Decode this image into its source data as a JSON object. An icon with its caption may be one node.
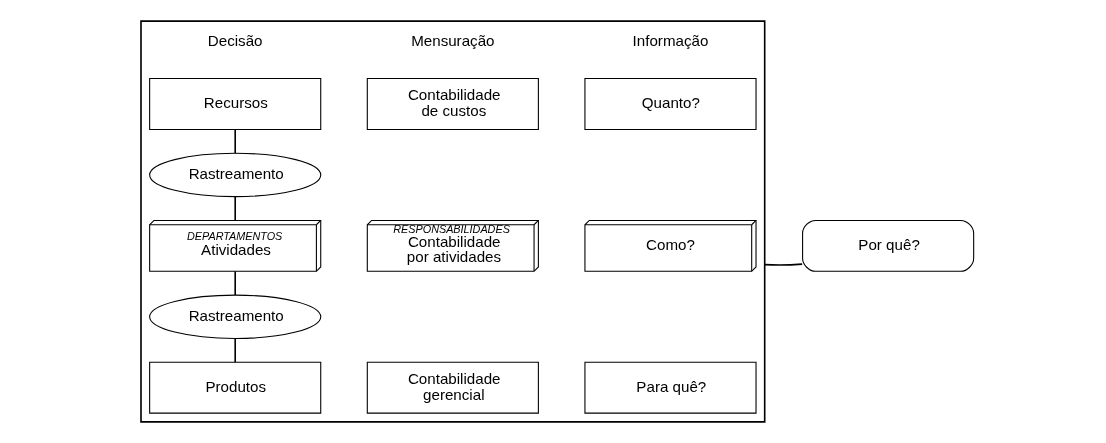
{
  "diagram": {
    "nodes": [
      {
        "text": [],
        "shape": "box"
      },
      {
        "text": [
          "Recursos"
        ],
        "in": 0
      },
      {
        "text": [
          "Rastreamento"
        ],
        "in": 0
      },
      {
        "text": [
          "DEPARTAMENTOS",
          "Atividades"
        ],
        "in": 0
      },
      {
        "text": [
          "Rastreamento"
        ],
        "in": 0
      },
      {
        "text": [
          "Produtos"
        ],
        "in": 0
      },
      {
        "text": [
          "Contabilidade de custos"
        ],
        "in": 0
      },
      {
        "text": [
          "RESPONSABILIDADES",
          "Contabilidade por atividades"
        ],
        "in": 0
      },
      {
        "text": [
          "Contabilidade gerencial"
        ],
        "in": 0
      },
      {
        "text": [
          "Quanto?"
        ],
        "in": 0
      },
      {
        "text": [
          "Como?"
        ],
        "in": 0
      },
      {
        "text": [
          "Para quê?"
        ],
        "in": 0
      },
      {
        "text": [
          "Por quê?"
        ]
      }
    ],
    "edges": [
      {
        "from": 1,
        "to": 2,
        "arrow": "none"
      },
      {
        "from": 2,
        "to": 3,
        "arrow": "none"
      },
      {
        "from": 3,
        "to": 4,
        "arrow": "none"
      },
      {
        "from": 4,
        "to": 5,
        "arrow": "none"
      },
      {
        "from": 0,
        "to": 12,
        "arrow": "none"
      }
    ],
    "labels": [
      "Decisão",
      "Mensuração",
      "Informação"
    ]
  }
}
